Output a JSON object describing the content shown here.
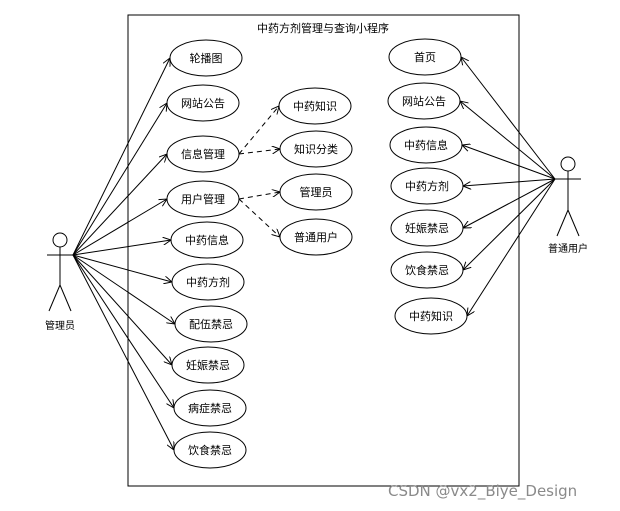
{
  "system_title": "中药方剂管理与查询小程序",
  "actors": {
    "admin": "管理员",
    "user": "普通用户"
  },
  "admin_use_cases": [
    "轮播图",
    "网站公告",
    "信息管理",
    "用户管理",
    "中药信息",
    "中药方剂",
    "配伍禁忌",
    "妊娠禁忌",
    "病症禁忌",
    "饮食禁忌"
  ],
  "info_management_includes": [
    "中药知识",
    "知识分类"
  ],
  "user_management_includes": [
    "管理员",
    "普通用户"
  ],
  "user_use_cases": [
    "首页",
    "网站公告",
    "中药信息",
    "中药方剂",
    "妊娠禁忌",
    "饮食禁忌",
    "中药知识"
  ],
  "watermark": "CSDN @vx2_Biye_Design"
}
